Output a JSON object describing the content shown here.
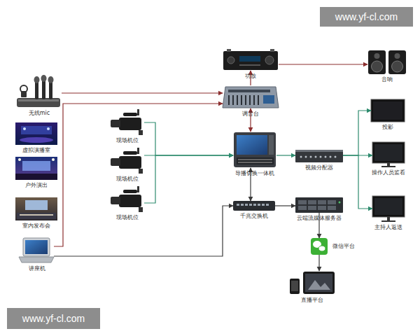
{
  "diagram": {
    "nodes": [
      {
        "text": [
          "无线mic"
        ]
      },
      {
        "text": [
          "虚拟演播室"
        ]
      },
      {
        "text": [
          "户外演出"
        ]
      },
      {
        "text": [
          "室内发布会"
        ]
      },
      {
        "text": [
          "讲座机"
        ]
      },
      {
        "text": [
          "现场机位"
        ]
      },
      {
        "text": [
          "现场机位"
        ]
      },
      {
        "text": [
          "现场机位"
        ]
      },
      {
        "text": [
          "功放"
        ]
      },
      {
        "text": [
          "调音台"
        ]
      },
      {
        "text": [
          "导播切换一体机"
        ]
      },
      {
        "text": [
          "千兆交换机"
        ]
      },
      {
        "text": [
          "音响"
        ]
      },
      {
        "text": [
          "视频分配器"
        ]
      },
      {
        "text": [
          "云端流媒体服务器"
        ]
      },
      {
        "text": [
          "投影"
        ]
      },
      {
        "text": [
          "操作人员监看"
        ]
      },
      {
        "text": [
          "主持人返送"
        ]
      },
      {
        "text": [
          "微信平台"
        ]
      },
      {
        "text": [
          "直播平台"
        ]
      }
    ],
    "edges": [
      {
        "from": 0,
        "to": 9,
        "arrow": "to"
      },
      {
        "from": 4,
        "to": 9,
        "arrow": "to"
      },
      {
        "from": 9,
        "to": 8,
        "arrow": "to"
      },
      {
        "from": 8,
        "to": 12,
        "arrow": "to"
      },
      {
        "from": 9,
        "to": 10,
        "arrow": "both"
      },
      {
        "from": 5,
        "to": 10,
        "arrow": "to"
      },
      {
        "from": 6,
        "to": 10,
        "arrow": "to"
      },
      {
        "from": 7,
        "to": 10,
        "arrow": "to"
      },
      {
        "from": 10,
        "to": 13,
        "arrow": "to"
      },
      {
        "from": 13,
        "to": 15,
        "arrow": "to"
      },
      {
        "from": 13,
        "to": 16,
        "arrow": "to"
      },
      {
        "from": 13,
        "to": 17,
        "arrow": "to"
      },
      {
        "from": 10,
        "to": 11,
        "arrow": "both"
      },
      {
        "from": 11,
        "to": 14,
        "arrow": "to"
      },
      {
        "from": 4,
        "to": 11,
        "arrow": "to"
      },
      {
        "from": 14,
        "to": 18,
        "arrow": "to"
      },
      {
        "from": 18,
        "to": 19,
        "arrow": "to"
      }
    ],
    "labels": [
      "www.yf-cl.com",
      "www.yf-cl.com"
    ]
  }
}
